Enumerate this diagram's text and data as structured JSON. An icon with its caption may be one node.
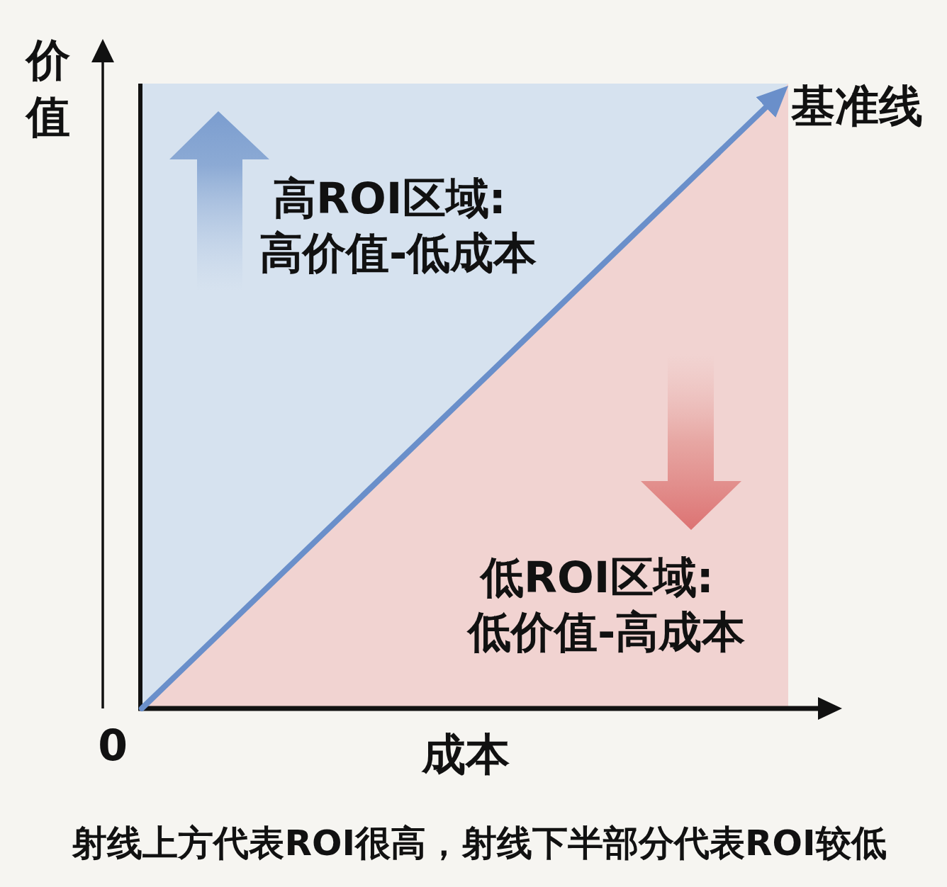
{
  "diagram": {
    "caption": "射线上方代表ROI很高，射线下半部分代表ROI较低",
    "nodes": [
      {
        "text": [
          "高ROI区域:",
          "高价值-低成本"
        ]
      },
      {
        "text": [
          "低ROI区域:",
          "低价值-高成本"
        ]
      },
      {
        "text": [
          "基准线"
        ]
      }
    ],
    "edges": [
      {
        "from": null,
        "to": 2,
        "arrow": "to"
      }
    ],
    "labels": [
      "价值",
      "0",
      "成本"
    ]
  }
}
